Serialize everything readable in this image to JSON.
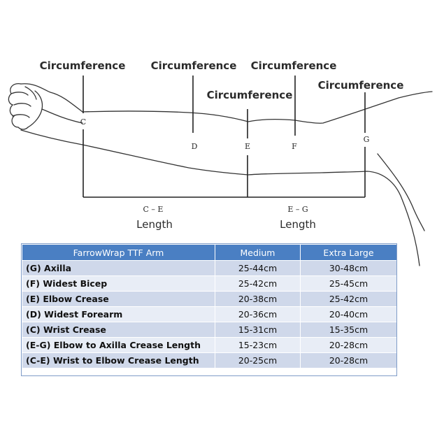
{
  "circumference_labels": [
    "Circumference",
    "Circumference",
    "Circumference",
    "Circumference",
    "Circumference"
  ],
  "points": [
    "C",
    "D",
    "E",
    "F",
    "G"
  ],
  "segments": {
    "ce": {
      "code": "C – E",
      "label": "Length"
    },
    "eg": {
      "code": "E – G",
      "label": "Length"
    }
  },
  "table": {
    "headers": [
      "FarrowWrap TTF Arm",
      "Medium",
      "Extra Large"
    ],
    "rows": [
      {
        "measure": "(G) Axilla",
        "medium": "25-44cm",
        "xl": "30-48cm"
      },
      {
        "measure": "(F) Widest Bicep",
        "medium": "25-42cm",
        "xl": "25-45cm"
      },
      {
        "measure": "(E) Elbow Crease",
        "medium": "20-38cm",
        "xl": "25-42cm"
      },
      {
        "measure": "(D) Widest Forearm",
        "medium": "20-36cm",
        "xl": "20-40cm"
      },
      {
        "measure": "(C) Wrist Crease",
        "medium": "15-31cm",
        "xl": "15-35cm"
      },
      {
        "measure": "(E-G) Elbow to Axilla Crease Length",
        "medium": "15-23cm",
        "xl": "20-28cm"
      },
      {
        "measure": "(C-E) Wrist to Elbow Crease Length",
        "medium": "20-25cm",
        "xl": "20-28cm"
      }
    ]
  },
  "colors": {
    "header_bg": "#4a7fc3",
    "row_odd": "#cfd8ea",
    "row_even": "#e8edf6",
    "line": "#2b2b2b"
  }
}
